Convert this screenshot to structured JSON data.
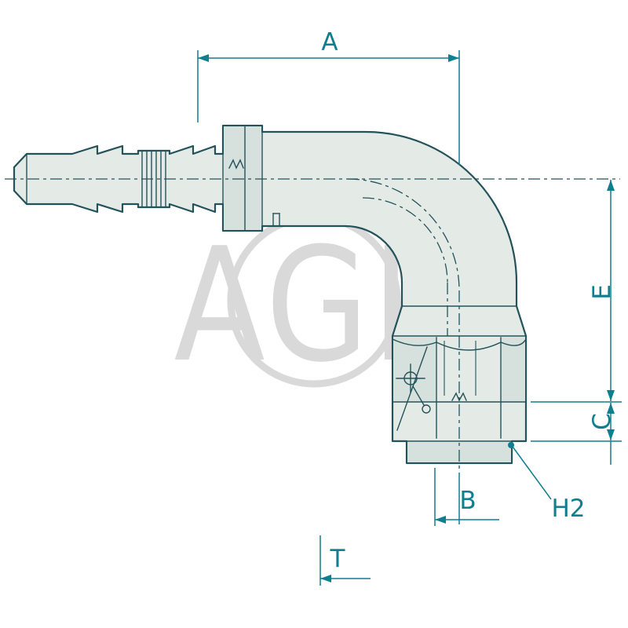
{
  "figure": {
    "description": "Technical line drawing of a 90 degree elbow hydraulic hose fitting with dimension callouts"
  },
  "watermark": {
    "text": "AGP"
  },
  "labels": {
    "a": "A",
    "b": "B",
    "t": "T",
    "e": "E",
    "c": "C",
    "h2": "H2"
  },
  "theme": {
    "background": "#ffffff",
    "outline": "#24525a",
    "fill": "#e4ebe7",
    "fill-shade": "#d6e0dc",
    "dimension": "#0f7e8e",
    "watermark": "#d9d9d9"
  }
}
